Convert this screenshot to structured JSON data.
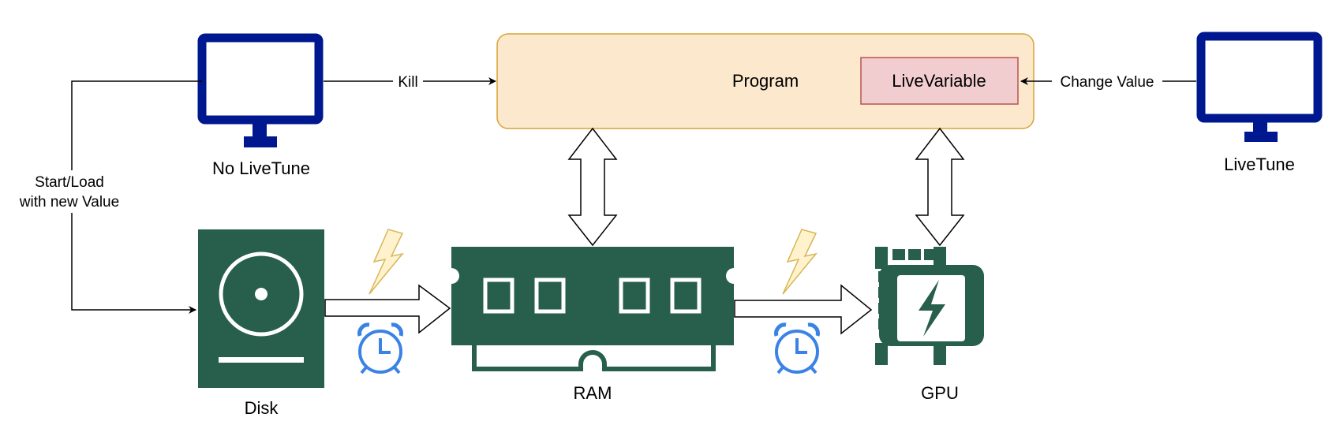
{
  "nodes": {
    "program": {
      "label": "Program"
    },
    "live_variable": {
      "label": "LiveVariable"
    },
    "no_livetune": {
      "label": "No LiveTune"
    },
    "livetune": {
      "label": "LiveTune"
    },
    "disk": {
      "label": "Disk"
    },
    "ram": {
      "label": "RAM"
    },
    "gpu": {
      "label": "GPU"
    }
  },
  "edges": {
    "kill": {
      "label": "Kill"
    },
    "change_value": {
      "label": "Change Value"
    },
    "start_load": {
      "line1": "Start/Load",
      "line2": "with new Value"
    }
  },
  "icons": {
    "monitor": "monitor-icon",
    "disk": "hard-disk-icon",
    "ram": "ram-module-icon",
    "gpu": "chip-icon",
    "lightning": "lightning-icon",
    "alarm": "alarm-clock-icon"
  },
  "colors": {
    "program_fill": "#fce8cc",
    "program_stroke": "#d7a336",
    "live_variable_fill": "#f2cdd0",
    "live_variable_stroke": "#b85450",
    "monitor": "#00188f",
    "hardware": "#275e4c",
    "lightning_fill": "#fff2cc",
    "lightning_stroke": "#d6b656",
    "alarm": "#3b82e6"
  }
}
